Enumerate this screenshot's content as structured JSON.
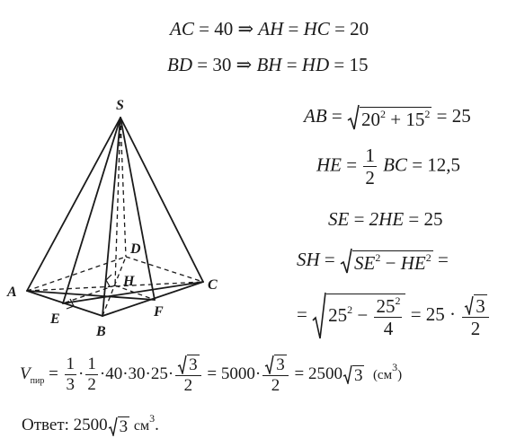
{
  "eq1": {
    "lhs": "AC",
    "eq": "=",
    "val": "40",
    "arrow": "⇒",
    "a": "AH",
    "b": "HC",
    "res": "20"
  },
  "eq2": {
    "lhs": "BD",
    "eq": "=",
    "val": "30",
    "arrow": "⇒",
    "a": "BH",
    "b": "HD",
    "res": "15"
  },
  "eq3": {
    "lhs": "AB",
    "eq": "=",
    "a": "20",
    "b": "15",
    "exp": "2",
    "res": "25"
  },
  "eq4": {
    "lhs": "HE",
    "eq": "=",
    "num": "1",
    "den": "2",
    "var": "BC",
    "res": "12,5"
  },
  "eq5": {
    "lhs": "SE",
    "eq": "=",
    "mid": "2HE",
    "res": "25"
  },
  "eq6": {
    "lhs": "SH",
    "eq": "=",
    "a": "SE",
    "b": "HE",
    "exp": "2"
  },
  "eq7": {
    "eq": "=",
    "a": "25",
    "exp": "2",
    "num": "25",
    "den": "4",
    "res": "25",
    "rnum": "3",
    "rden": "2"
  },
  "vol": {
    "v": "V",
    "vsub": "пир",
    "f1n": "1",
    "f1d": "3",
    "f2n": "1",
    "f2d": "2",
    "n1": "40",
    "n2": "30",
    "n3": "25",
    "r": "3",
    "rd": "2",
    "mid": "5000",
    "res": "2500",
    "unit": "(см",
    "unitexp": "3",
    "unitclose": ")"
  },
  "answer": {
    "label": "Ответ:",
    "val": "2500",
    "r": "3",
    "unit": "см",
    "exp": "3",
    "end": "."
  },
  "pyramid": {
    "labels": [
      "S",
      "A",
      "B",
      "C",
      "D",
      "E",
      "F",
      "H"
    ]
  }
}
